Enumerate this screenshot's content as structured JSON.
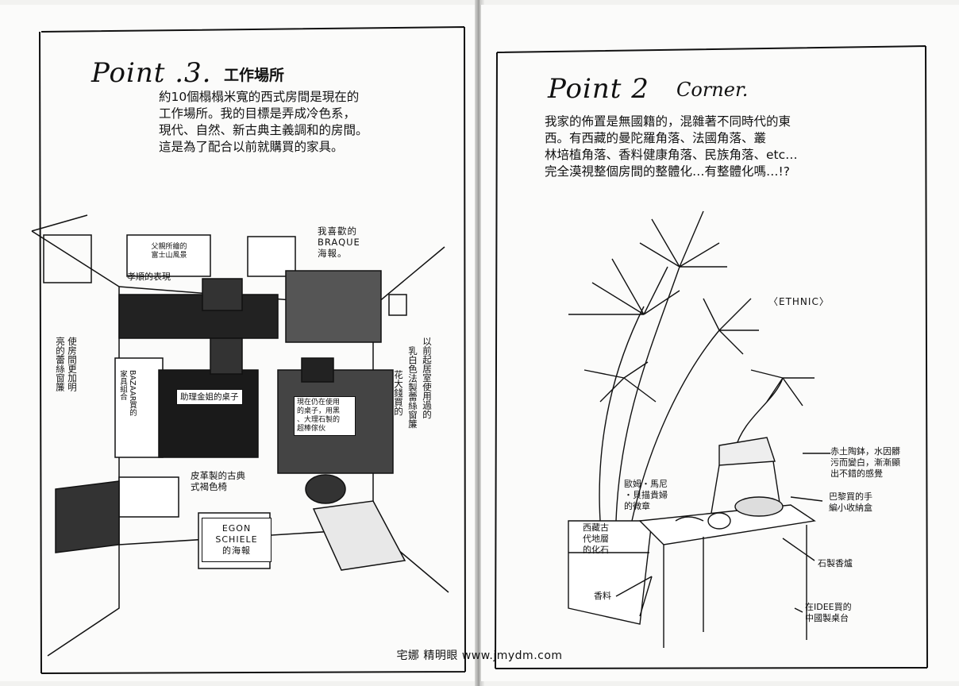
{
  "left_page": {
    "point_title": "Point .3.",
    "point_subtitle": "工作場所",
    "body": "約10個榻榻米寬的西式房間是現在的\n工作場所。我的目標是弄成冷色系，\n現代、自然、新古典主義調和的房間。\n這是為了配合以前就購買的家具。",
    "labels": {
      "father_painting": "父親所繪的\n富士山風景",
      "filial": "孝順的表現",
      "braque": "我喜歡的\nBRAQUE\n海報。",
      "curtain_note": "使房間更加明\n亮的蕾絲窗簾",
      "bookshelf_note": "BAZAAR買的\n家具組合",
      "assistant_desk": "助理金姐的桌子",
      "my_desk": "現在仍在使用\n的桌子，用黑\n、大理石製的\n超棒傢伙",
      "right_note_1": "以前起居室使用過的",
      "right_note_2": "乳白色法製蕾絲窗簾",
      "right_note_3": "花大錢買的",
      "chair": "皮革製的古典\n式褐色椅",
      "egon": "EGON\nSCHIELE\n的海報"
    }
  },
  "right_page": {
    "point_title": "Point 2",
    "point_subtitle": "Corner.",
    "body": "我家的佈置是無國籍的，混雜著不同時代的東\n西。有西藏的曼陀羅角落、法國角落、叢\n林培植角落、香料健康角落、民族角落、etc…\n完全漠視整個房間的整體化…有整體化嗎…!?",
    "labels": {
      "ethnic": "〈ETHNIC〉",
      "pot": "赤土陶鉢，水因髒\n污而變白，漸漸顯\n出不錯的感覺",
      "box": "巴黎買的手\n編小收納盒",
      "fossil_art": "歐姆・馬尼\n・貝描貴婦\n的微章",
      "tibet": "西藏古\n代地層\n的化石",
      "incense": "石製香爐",
      "spice": "香料",
      "table": "在IDEE買的\n中國製桌台"
    }
  },
  "footer": {
    "credits": "宅娜 精明眼 www.jmydm.com"
  }
}
